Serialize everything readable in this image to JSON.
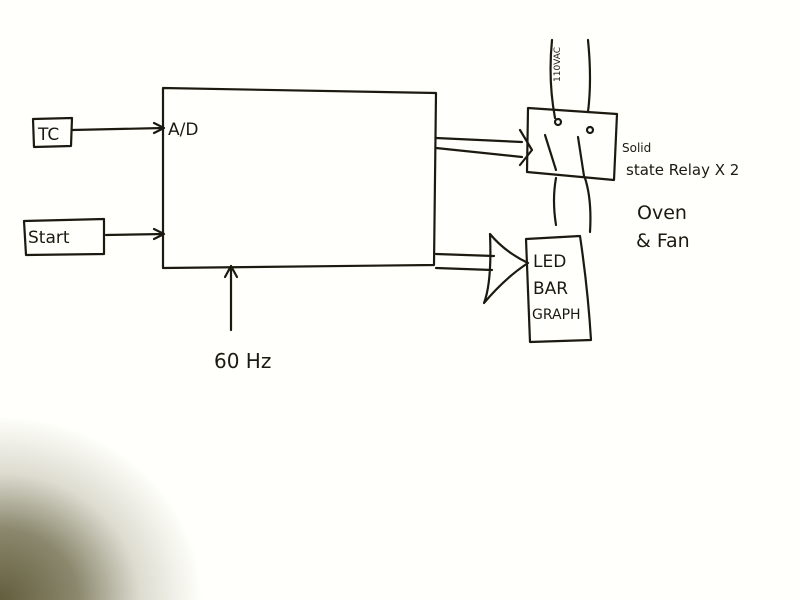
{
  "diagram": {
    "inputs": {
      "thermocouple": "TC",
      "start": "Start"
    },
    "controller": {
      "adc_label": "A/D",
      "clock_label": "60 Hz"
    },
    "relay": {
      "supply_label": "110VAC",
      "label_line1": "Solid",
      "label_line2": "state Relay X 2",
      "load_line1": "Oven",
      "load_line2": "& Fan"
    },
    "display": {
      "line1": "LED",
      "line2": "BAR",
      "line3": "GRAPH"
    }
  },
  "colors": {
    "ink": "#1c1a10",
    "paper": "#fffffb",
    "shadow": "#5a5535"
  }
}
